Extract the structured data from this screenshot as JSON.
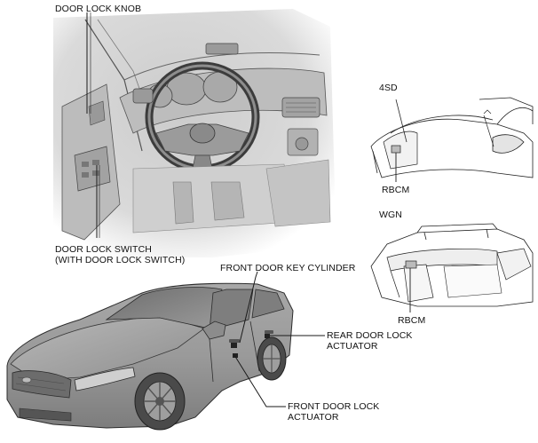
{
  "labels": {
    "door_lock_knob": "DOOR LOCK KNOB",
    "door_lock_switch_line1": "DOOR LOCK SWITCH",
    "door_lock_switch_line2": "(WITH DOOR LOCK SWITCH)",
    "front_door_key_cylinder": "FRONT DOOR KEY CYLINDER",
    "rear_door_lock_actuator_line1": "REAR DOOR LOCK",
    "rear_door_lock_actuator_line2": "ACTUATOR",
    "front_door_lock_actuator_line1": "FRONT DOOR LOCK",
    "front_door_lock_actuator_line2": "ACTUATOR",
    "sedan_tag": "4SD",
    "sedan_rbcm": "RBCM",
    "wagon_tag": "WGN",
    "wagon_rbcm": "RBCM"
  },
  "colors": {
    "line": "#1a1a1a",
    "shade_dark": "#8a8a8a",
    "shade_mid": "#b8b8b8",
    "shade_light": "#dcdcdc"
  }
}
